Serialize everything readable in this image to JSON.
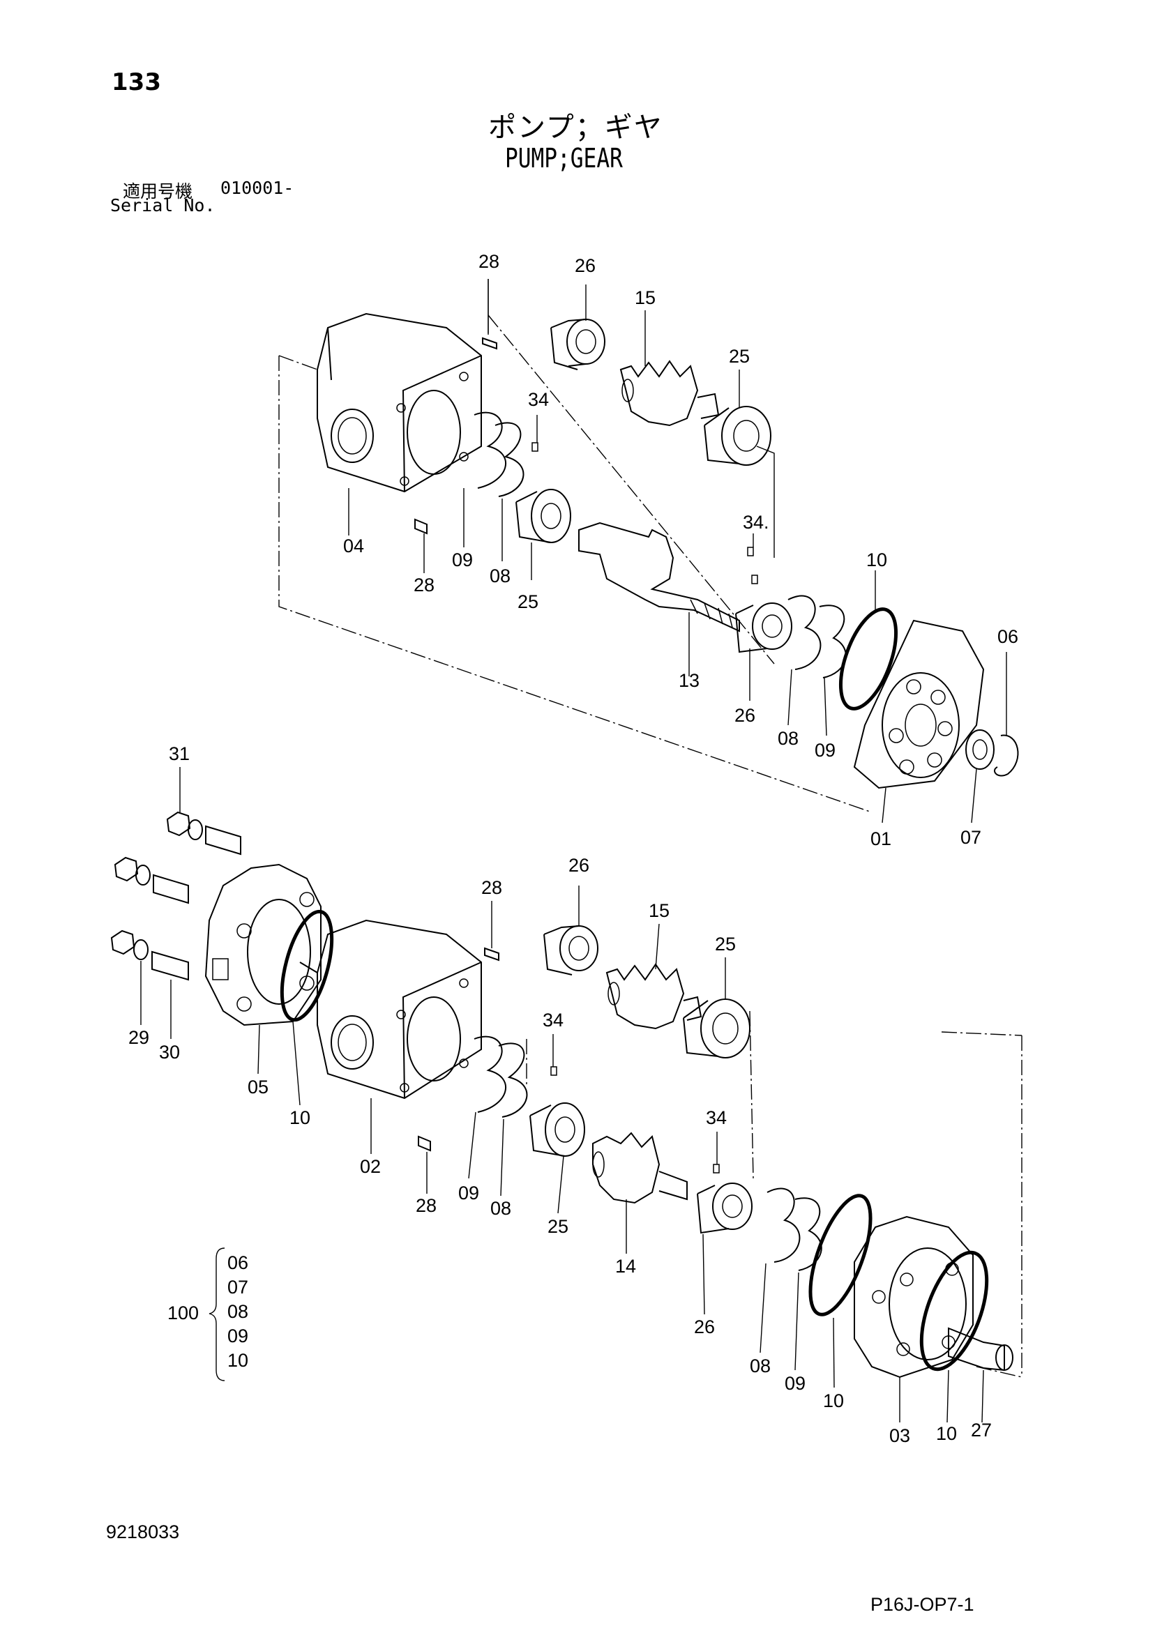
{
  "page": {
    "number": "133",
    "title_jp": "ポンプ；ギヤ",
    "title_en": "PUMP;GEAR",
    "serial_label_jp": "適用号機",
    "serial_value": "010001-",
    "serial_label_en": "Serial No.",
    "document_number": "9218033",
    "page_code": "P16J-OP7-1"
  },
  "callouts": {
    "upper_assembly": {
      "c28a": "28",
      "c26a": "26",
      "c15a": "15",
      "c25a": "25",
      "c34a": "34",
      "c04": "04",
      "c09a": "09",
      "c08a": "08",
      "c28b": "28",
      "c25b": "25",
      "c34b": "34.",
      "c10a": "10",
      "c13": "13",
      "c26b": "26",
      "c08b": "08",
      "c09b": "09",
      "c06": "06",
      "c01": "01",
      "c07": "07"
    },
    "lower_assembly": {
      "c31": "31",
      "c26c": "26",
      "c28c": "28",
      "c15b": "15",
      "c25c": "25",
      "c34c": "34",
      "c29": "29",
      "c30": "30",
      "c05": "05",
      "c10b": "10",
      "c02": "02",
      "c34d": "34",
      "c09c": "09",
      "c28d": "28",
      "c08c": "08",
      "c25d": "25",
      "c14": "14",
      "c26d": "26",
      "c08d": "08",
      "c09d": "09",
      "c10c": "10",
      "c03": "03",
      "c10d": "10",
      "c27": "27"
    },
    "kit": {
      "number": "100",
      "items": [
        "06",
        "07",
        "08",
        "09",
        "10"
      ]
    }
  }
}
